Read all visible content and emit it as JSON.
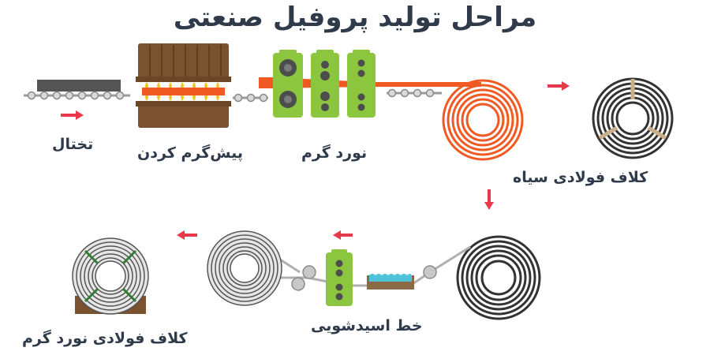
{
  "title": "مراحل تولید پروفیل صنعتی",
  "stages": {
    "slab": "تختال",
    "preheating": "پیش‌گرم کردن",
    "hot_rolling": "نورد گرم",
    "black_coil": "کلاف فولادی سیاه",
    "pickling": "خط اسیدشویی",
    "hot_rolled_coil": "کلاف فولادی نورد گرم"
  },
  "colors": {
    "hot_steel": "#f05a22",
    "furnace": "#7a5230",
    "roller_green": "#8cc63f",
    "arrow_red": "#e8394a",
    "dark_coil": "#333333",
    "text": "#2f3a4a"
  }
}
